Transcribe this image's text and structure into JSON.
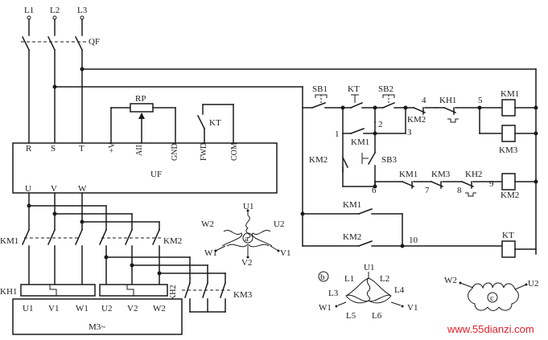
{
  "mains": {
    "l1": "L1",
    "l2": "L2",
    "l3": "L3",
    "breaker": "QF"
  },
  "inverter": {
    "name": "UF",
    "terminals": [
      "R",
      "S",
      "T",
      "+V",
      "AII",
      "GND",
      "FWD",
      "COM"
    ],
    "outputs": [
      "U",
      "V",
      "W"
    ]
  },
  "pot": "RP",
  "kt_contact": "KT",
  "contactors": {
    "km1": "KM1",
    "km2": "KM2",
    "km3": "KM3"
  },
  "overloads": {
    "kh1": "KH1",
    "kh2": "KH2"
  },
  "motor": {
    "name": "M3~",
    "terminals": [
      "U1",
      "V1",
      "W1",
      "U2",
      "V2",
      "W2"
    ]
  },
  "control": {
    "sb1": "SB1",
    "kt": "KT",
    "sb2": "SB2",
    "sb3": "SB3",
    "km1": "KM1",
    "km2": "KM2",
    "km3": "KM3",
    "kh1": "KH1",
    "kh2": "KH2",
    "nodes": [
      "1",
      "2",
      "3",
      "4",
      "5",
      "6",
      "7",
      "8",
      "9",
      "10"
    ],
    "coils": [
      "KM1",
      "KM3",
      "KM2",
      "KT"
    ],
    "hold_km1": "KM1",
    "hold_km2": "KM2",
    "branch_km2": "KM2"
  },
  "diagram_a": {
    "u1": "U1",
    "u2": "U2",
    "w2": "W2",
    "w1": "W1",
    "v1": "V1",
    "v2": "V2",
    "tag": "a"
  },
  "diagram_b": {
    "u1": "U1",
    "l1": "L1",
    "l2": "L2",
    "l3": "L3",
    "l4": "L4",
    "w1": "W1",
    "v1": "V1",
    "l5": "L5",
    "l6": "L6",
    "tag": "b"
  },
  "diagram_c": {
    "w2": "W2",
    "u2": "U2",
    "tag": "c"
  },
  "watermark": "www.55dianzi.com"
}
